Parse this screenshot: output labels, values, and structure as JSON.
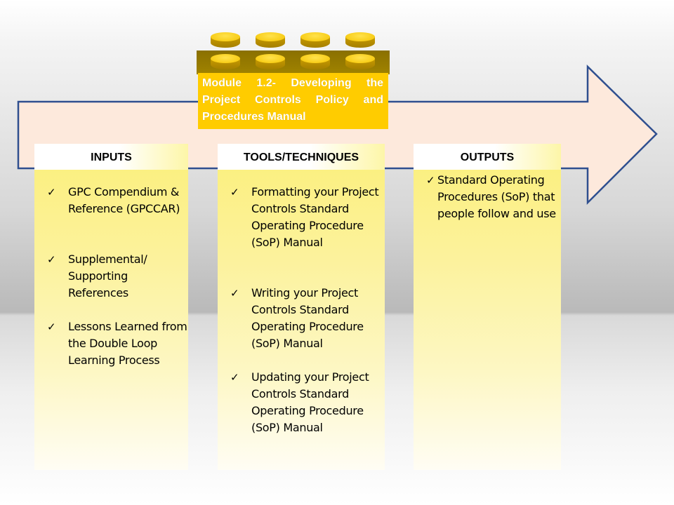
{
  "module": {
    "title": "Module 1.2- Developing the Project Controls Policy and Procedures Manual"
  },
  "columns": [
    {
      "id": "inputs",
      "header": "INPUTS",
      "items": [
        "GPC Compendium & Reference (GPCCAR)",
        "Supplemental/ Supporting References",
        "Lessons Learned from the Double Loop Learning Process"
      ]
    },
    {
      "id": "tools",
      "header": "TOOLS/TECHNIQUES",
      "items": [
        "Formatting your Project Controls Standard Operating Procedure (SoP) Manual",
        "Writing your Project Controls Standard Operating Procedure (SoP) Manual",
        "Updating your Project Controls Standard Operating Procedure (SoP) Manual"
      ]
    },
    {
      "id": "outputs",
      "header": "OUTPUTS",
      "items": [
        "Standard Operating Procedures (SoP) that people follow and use"
      ]
    }
  ],
  "icons": {
    "bullet": "✓",
    "bullet_name": "checkmark-icon"
  },
  "colors": {
    "arrow_fill": "#fde9dc",
    "arrow_stroke": "#2f4f8f",
    "brick_yellow": "#ffcc00",
    "column_yellow": "#fbef7a"
  }
}
